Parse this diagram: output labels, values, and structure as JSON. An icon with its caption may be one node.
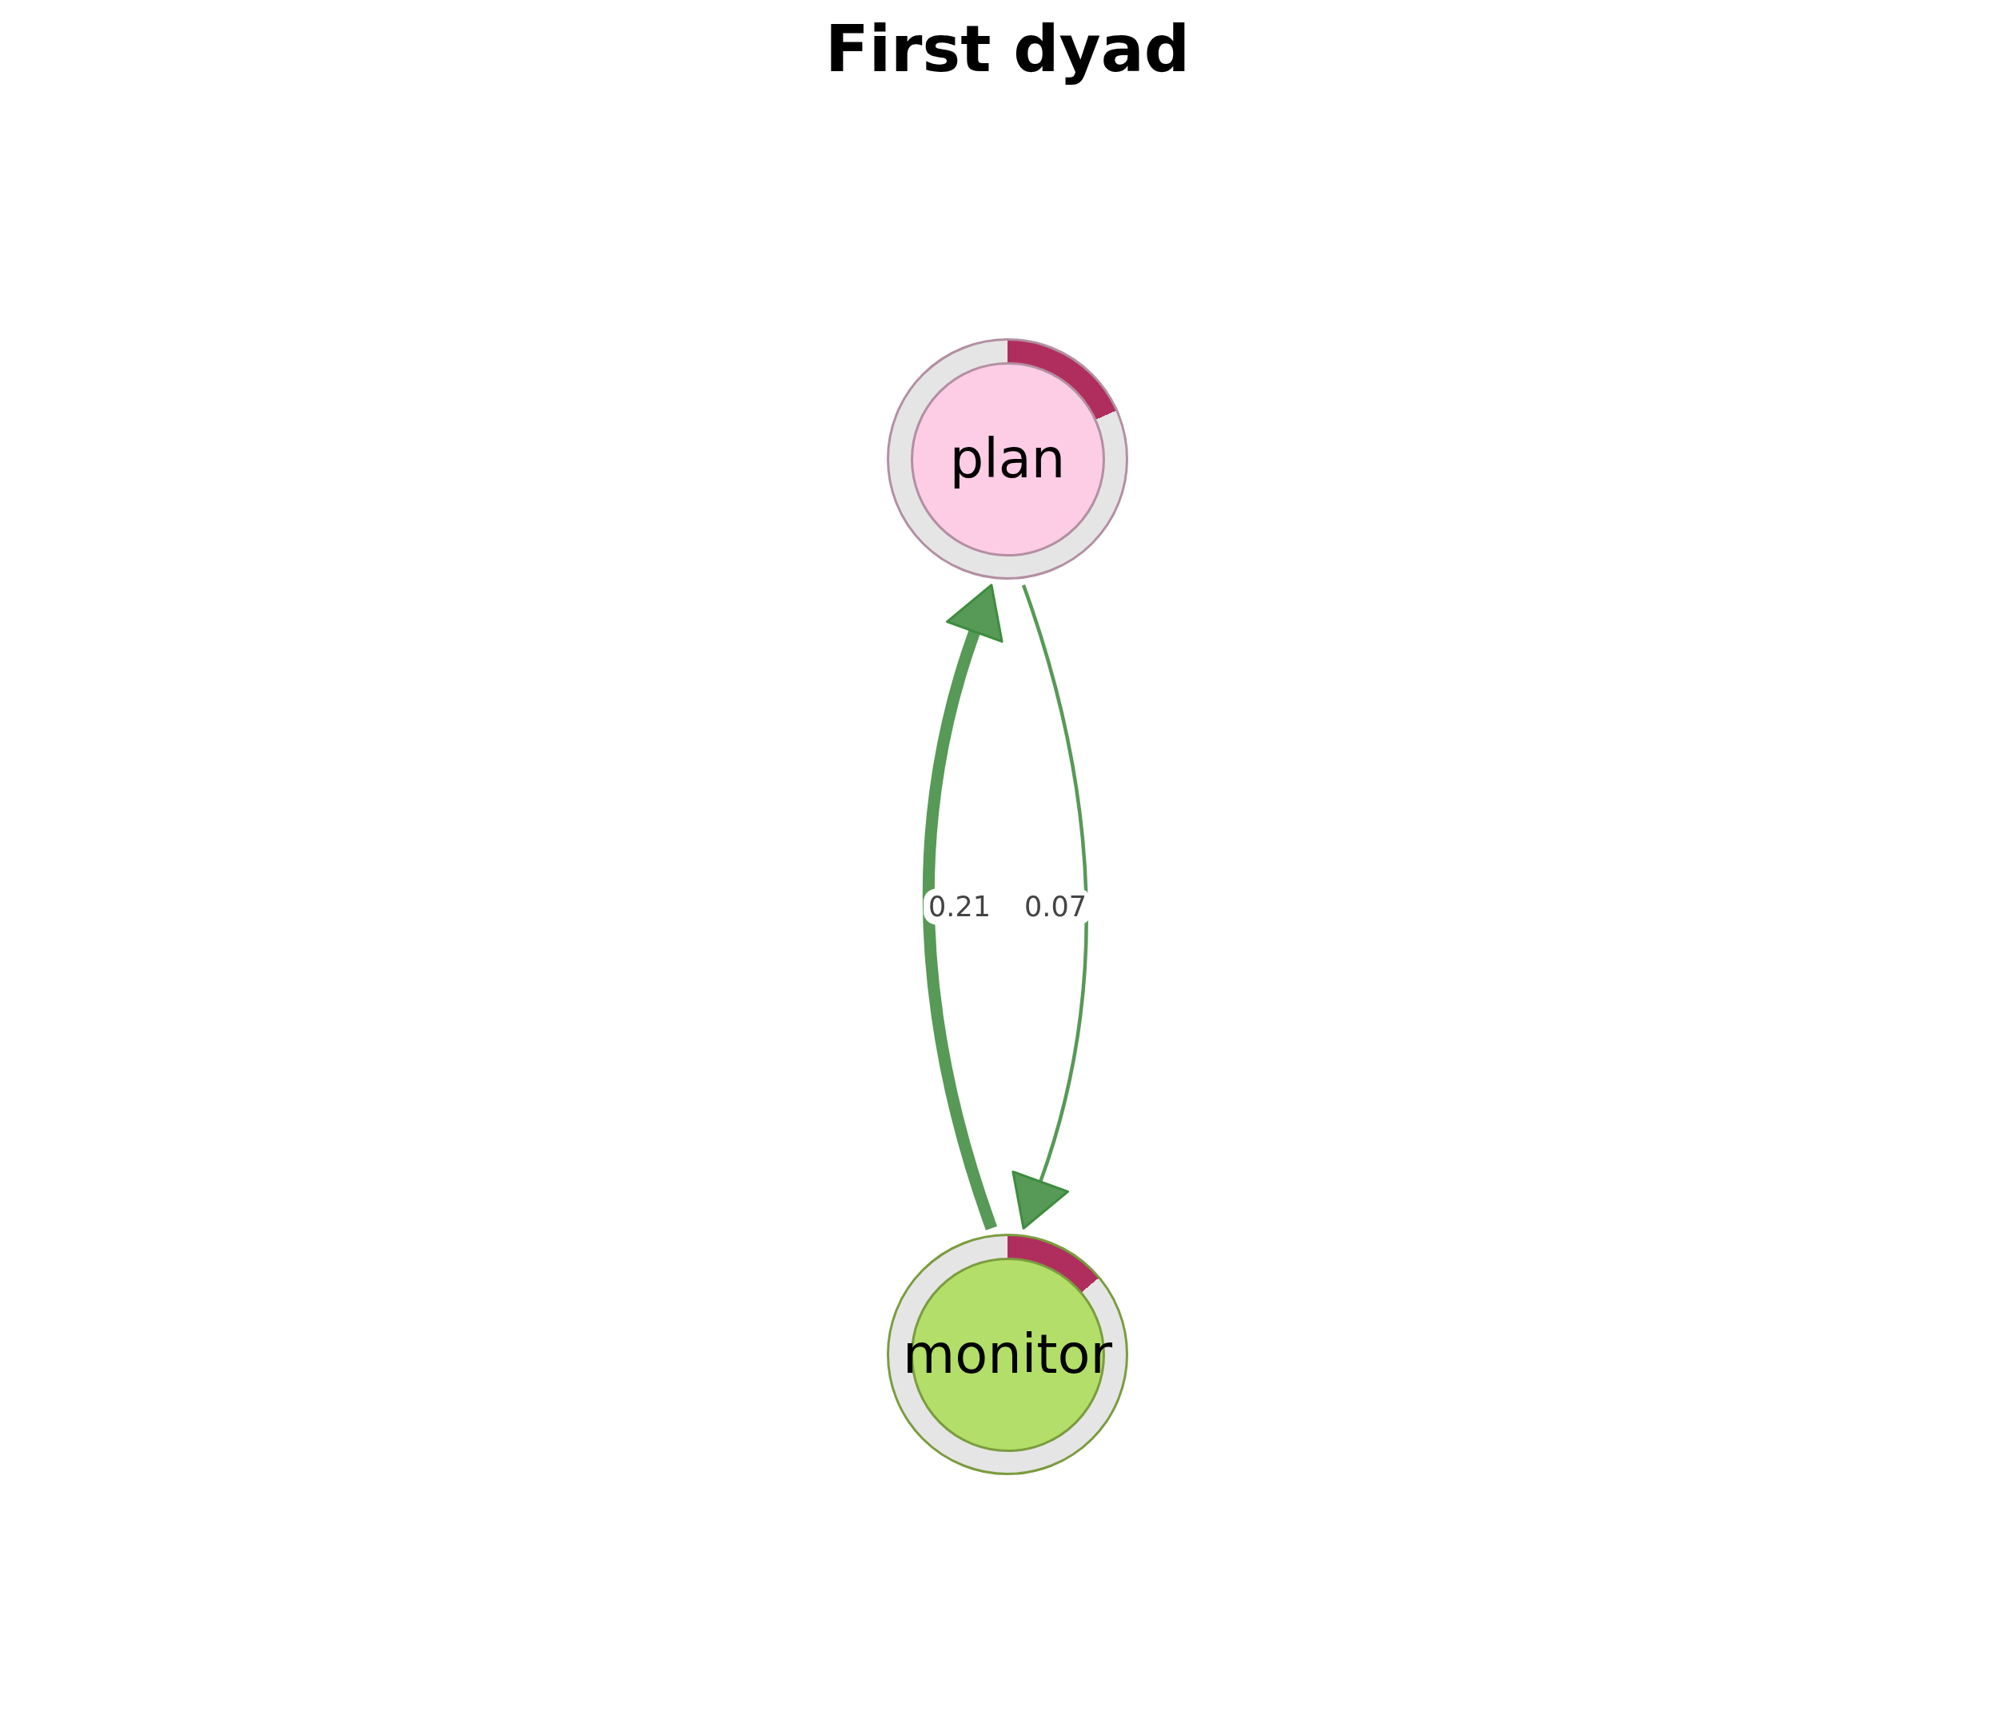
{
  "diagram": {
    "title": "First dyad",
    "nodes": [
      {
        "text": [
          "plan"
        ]
      },
      {
        "text": [
          "monitor"
        ]
      }
    ],
    "edges": [
      {
        "from": 1,
        "to": 0,
        "arrow": "to",
        "label": "0.21",
        "style": "thick"
      },
      {
        "from": 0,
        "to": 1,
        "arrow": "to",
        "label": "0.07"
      }
    ]
  }
}
